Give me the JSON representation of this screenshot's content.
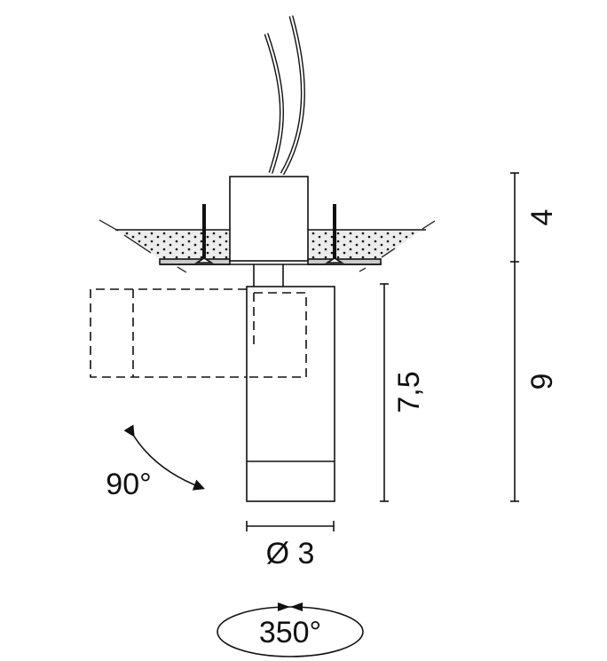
{
  "dimensions": {
    "height_upper": "4",
    "height_total": "9",
    "cylinder_height": "7,5",
    "diameter": "Ø 3",
    "tilt_angle": "90°",
    "rotation_angle": "350°"
  },
  "colors": {
    "line": "#111111",
    "fill": "#e6e6e6"
  }
}
